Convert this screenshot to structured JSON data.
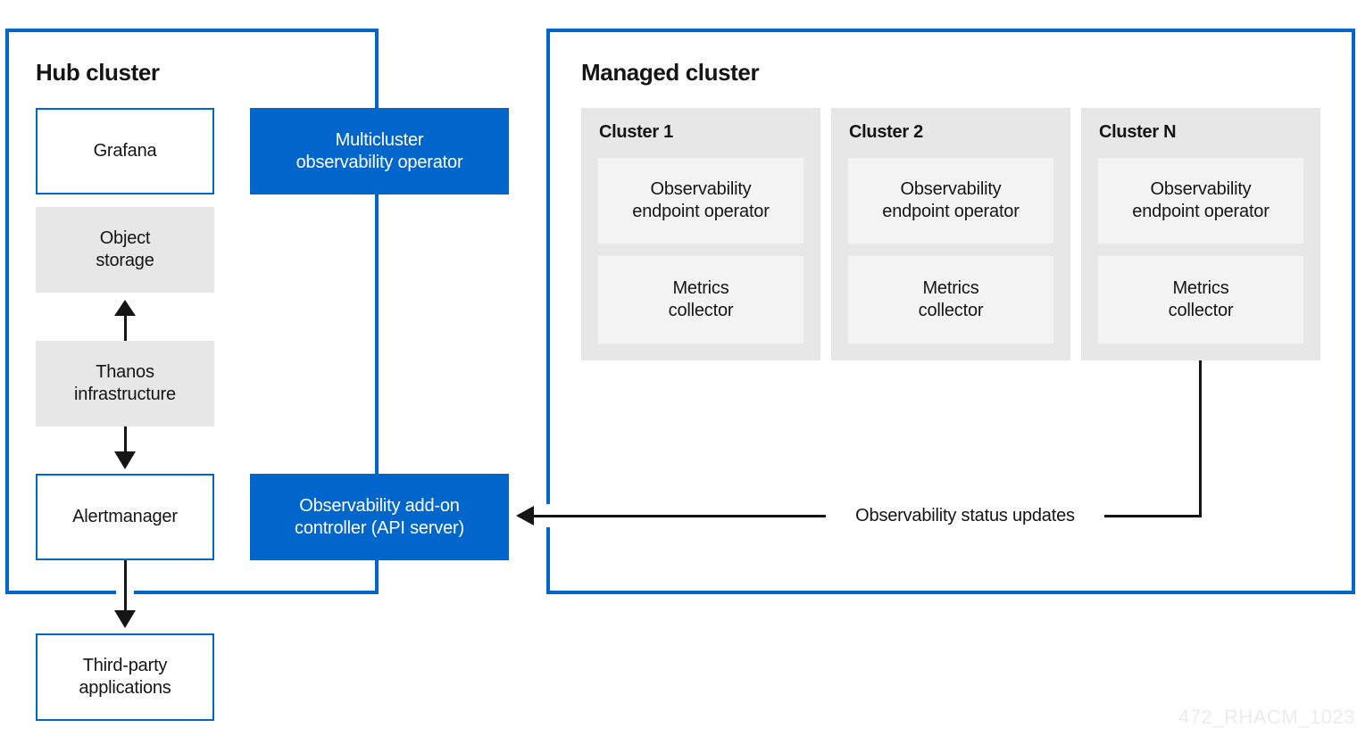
{
  "colors": {
    "accent_blue": "#0066cc",
    "line_black": "#151515",
    "card_gray": "#e7e7e7",
    "inner_box_gray": "#f3f3f3",
    "watermark_gray": "#ececec"
  },
  "hub_cluster": {
    "title": "Hub cluster",
    "grafana_label": "Grafana",
    "object_storage_label": "Object\nstorage",
    "thanos_label": "Thanos\ninfrastructure",
    "alertmanager_label": "Alertmanager",
    "multicluster_operator_label": "Multicluster\nobservability operator",
    "addon_controller_label": "Observability add-on\ncontroller (API server)"
  },
  "third_party_label": "Third-party\napplications",
  "managed_cluster": {
    "title": "Managed cluster",
    "clusters": [
      {
        "name": "Cluster 1",
        "endpoint_operator_label": "Observability\nendpoint operator",
        "metrics_collector_label": "Metrics\ncollector"
      },
      {
        "name": "Cluster 2",
        "endpoint_operator_label": "Observability\nendpoint operator",
        "metrics_collector_label": "Metrics\ncollector"
      },
      {
        "name": "Cluster N",
        "endpoint_operator_label": "Observability\nendpoint operator",
        "metrics_collector_label": "Metrics\ncollector"
      }
    ]
  },
  "connections": {
    "status_updates_label": "Observability status updates"
  },
  "watermark": "472_RHACM_1023"
}
